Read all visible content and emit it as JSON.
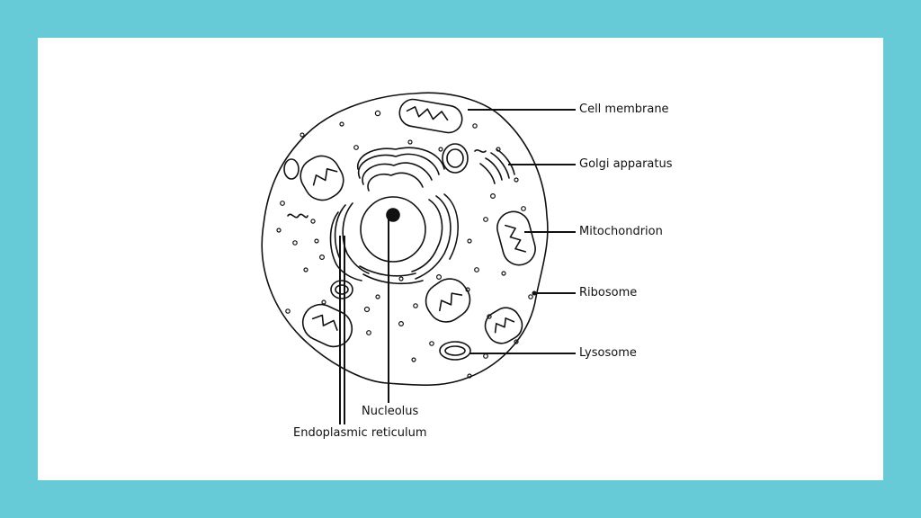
{
  "diagram": {
    "labels": {
      "cell_membrane": "Cell membrane",
      "golgi_apparatus": "Golgi apparatus",
      "mitochondrion": "Mitochondrion",
      "ribosome": "Ribosome",
      "lysosome": "Lysosome",
      "nucleolus": "Nucleolus",
      "endoplasmic_reticulum": "Endoplasmic reticulum"
    }
  },
  "colors": {
    "border": "#66cbd6",
    "panel": "#ffffff",
    "ink": "#111111"
  }
}
